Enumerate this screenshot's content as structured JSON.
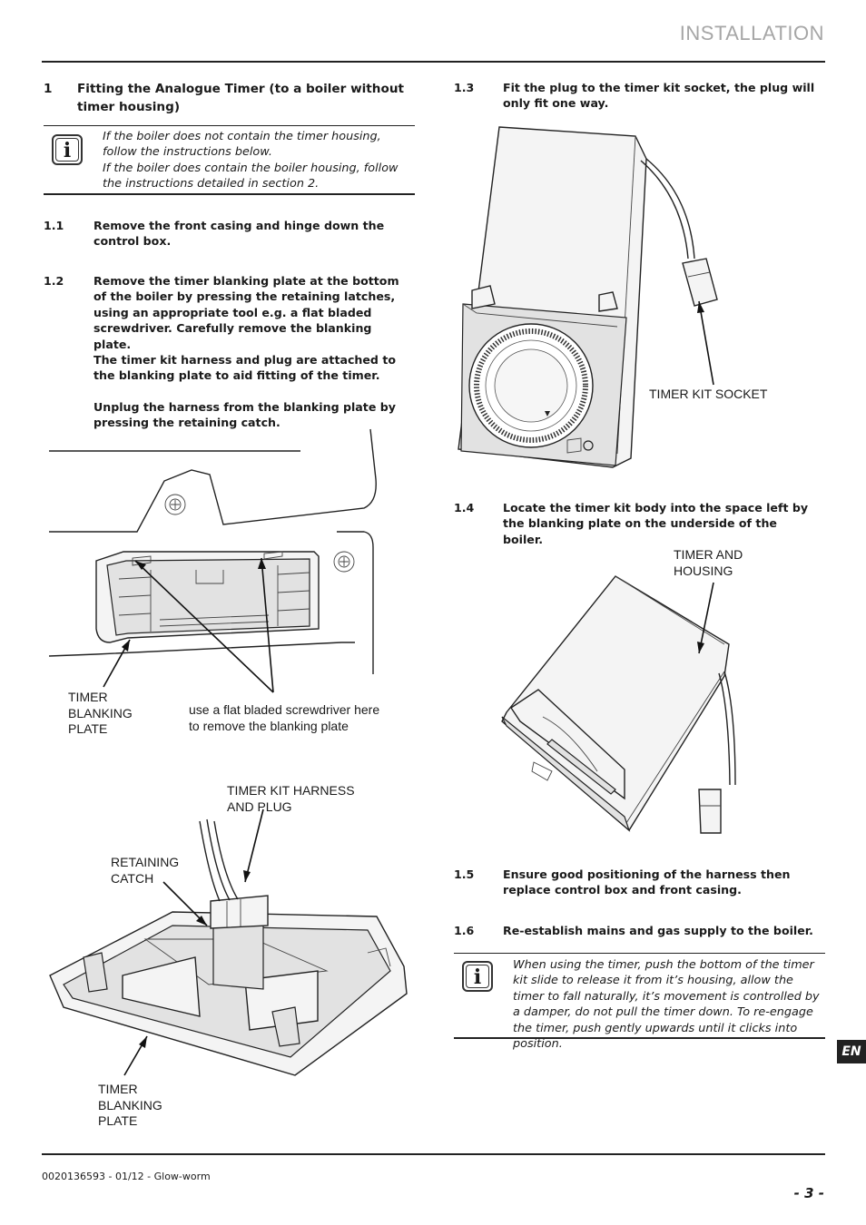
{
  "header": {
    "title": "INSTALLATION"
  },
  "section": {
    "number": "1",
    "title": "Fitting the Analogue Timer (to a boiler without timer housing)"
  },
  "info_top": {
    "icon": "info-icon",
    "line1": " If the boiler does not contain the timer housing, follow the instructions below.",
    "line2": "If the boiler does contain the boiler housing, follow the instructions detailed in section 2."
  },
  "steps_left": [
    {
      "number": "1.1",
      "text": "Remove the front casing and hinge down the control box."
    },
    {
      "number": "1.2",
      "p1": "Remove the timer blanking plate at the bottom of the boiler by pressing the retaining latches, using an appropriate tool e.g. a flat bladed screwdriver. Carefully remove the blanking plate.",
      "p2": "The timer kit harness and plug are attached to the blanking plate to aid fitting of the timer.",
      "p3": "Unplug the harness from the blanking plate by pressing the retaining catch."
    }
  ],
  "steps_right": [
    {
      "number": "1.3",
      "text": "Fit the plug to the timer kit socket, the plug will only fit one way."
    },
    {
      "number": "1.4",
      "text": "Locate the timer kit body into the space left by the blanking plate on the underside of the boiler."
    },
    {
      "number": "1.5",
      "text": "Ensure good positioning of the harness then replace control box and front casing."
    },
    {
      "number": "1.6",
      "text": "Re-establish mains and gas supply to the boiler."
    }
  ],
  "info_bottom": {
    "icon": "info-icon",
    "text": "When using the timer, push the bottom of the timer kit slide to release it from it’s housing, allow the timer to fall naturally, it’s movement is controlled by a damper, do not pull the timer down. To re-engage the timer, push gently upwards until it clicks into position."
  },
  "figures": {
    "fig1": {
      "label_plate": [
        "TIMER",
        "BLANKING",
        "PLATE"
      ],
      "label_screwdriver": [
        "use a flat bladed screwdriver here",
        "to remove the blanking plate"
      ]
    },
    "fig2": {
      "label_harness": [
        "TIMER KIT HARNESS",
        "AND PLUG"
      ],
      "label_catch": [
        "RETAINING",
        "CATCH"
      ],
      "label_plate": [
        "TIMER",
        "BLANKING",
        "PLATE"
      ]
    },
    "fig3": {
      "label_socket": "TIMER KIT SOCKET"
    },
    "fig4": {
      "label_housing": [
        "TIMER AND",
        "HOUSING"
      ]
    }
  },
  "footer": {
    "doc": "0020136593 - 01/12 - Glow-worm",
    "page": "- 3 -",
    "lang": "EN"
  }
}
